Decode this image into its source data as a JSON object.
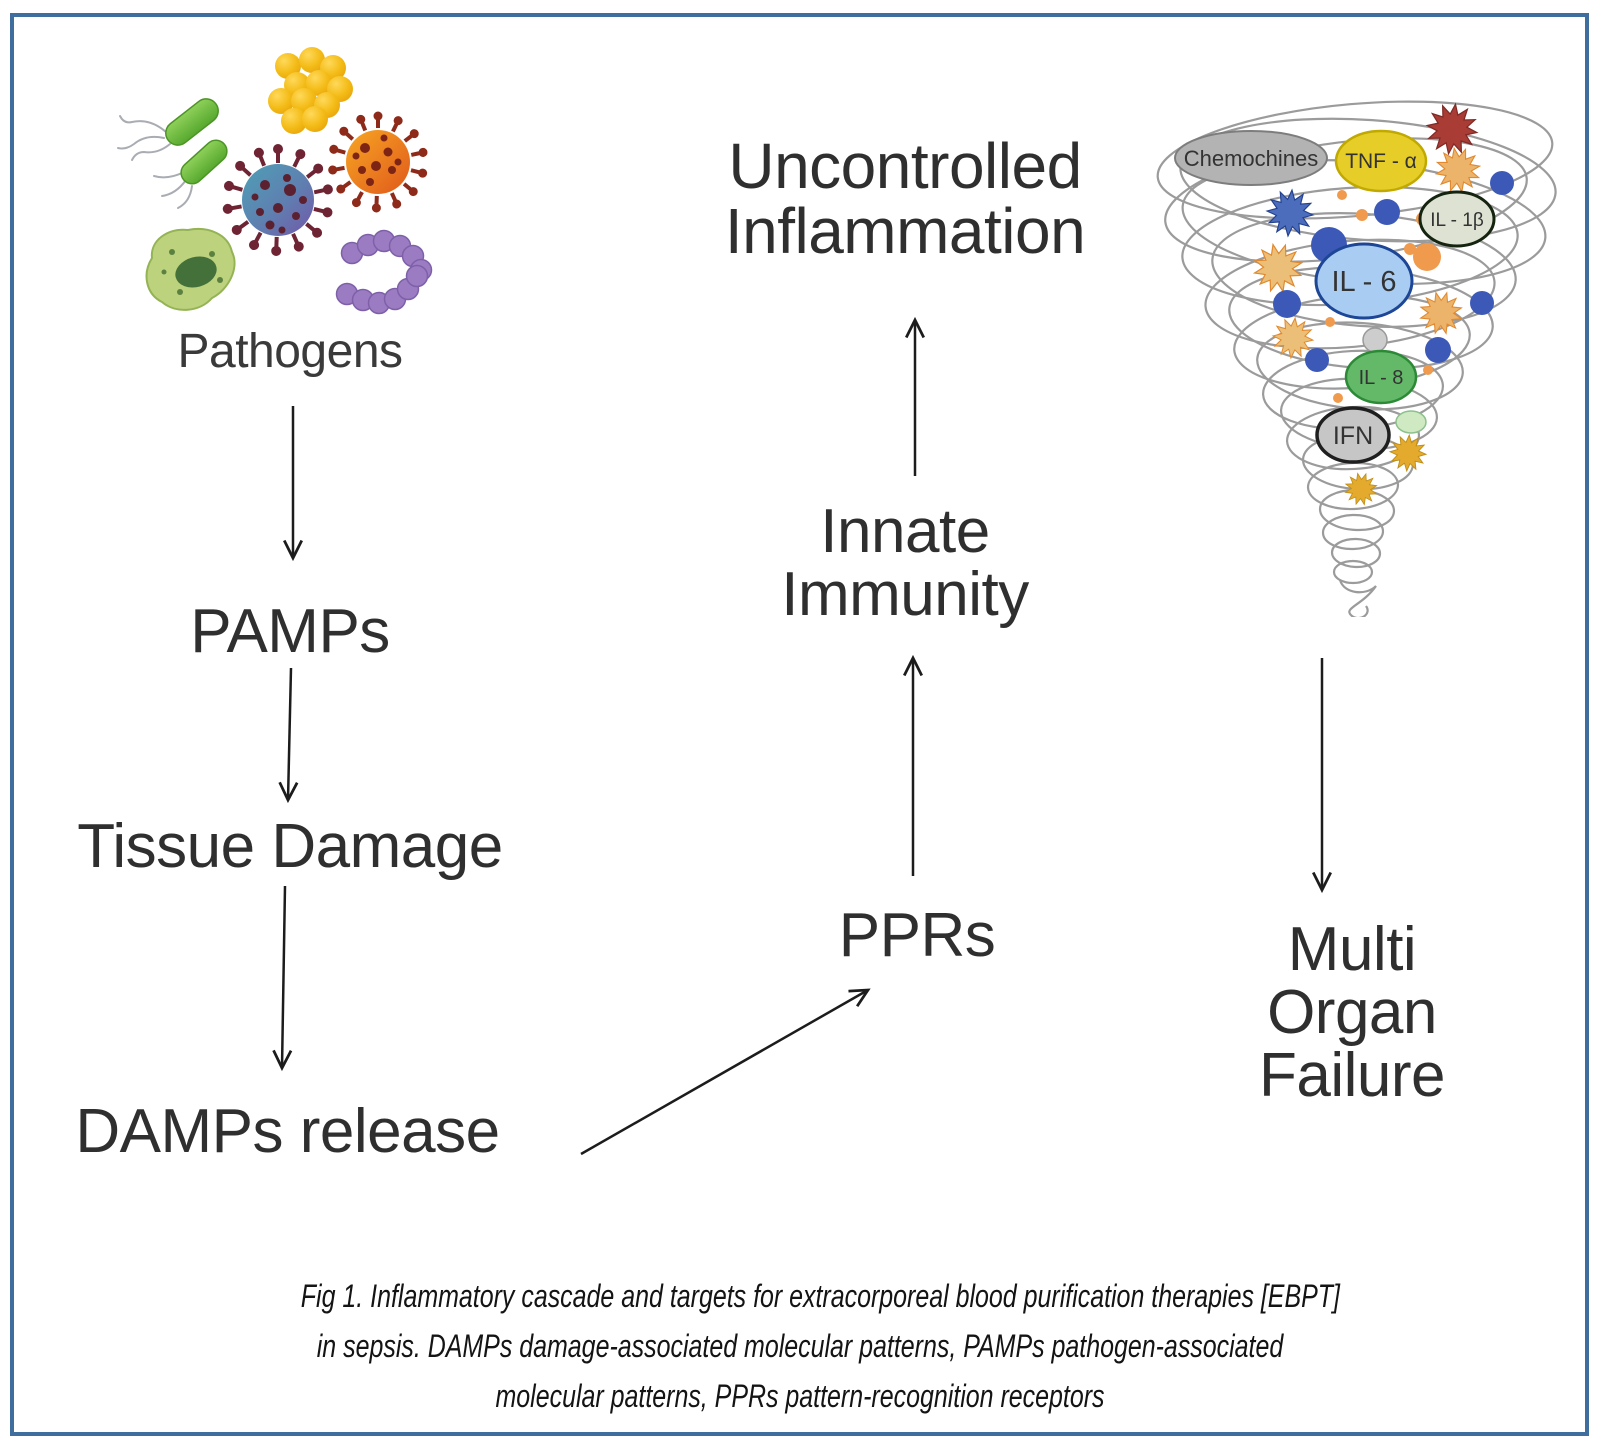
{
  "window": {
    "background": "#ffffff",
    "frame_color": "#3f6d9e"
  },
  "diagram": {
    "pathogens": {
      "label": "Pathogens"
    },
    "flow": {
      "pamps": "PAMPs",
      "tissue_damage": "Tissue Damage",
      "damps_release": "DAMPs release",
      "pprs": "PPRs",
      "innate_immunity": {
        "line1": "Innate",
        "line2": "Immunity"
      },
      "uncontrolled_inflammation": {
        "line1": "Uncontrolled",
        "line2": "Inflammation"
      },
      "multi_organ_failure": {
        "line1": "Multi",
        "line2": "Organ",
        "line3": "Failure"
      }
    },
    "cytokine_storm": {
      "chemokines_label": "Chemochines",
      "tnf_label": "TNF - α",
      "il1b_label": "IL - 1β",
      "il6_label": "IL - 6",
      "il8_label": "IL - 8",
      "ifn_label": "IFN"
    },
    "caption": {
      "line1": "Fig 1. Inflammatory cascade and targets for extracorporeal blood purification therapies [EBPT]",
      "line2": "in sepsis. DAMPs damage-associated molecular patterns, PAMPs pathogen-associated",
      "line3": "molecular patterns, PPRs pattern-recognition receptors"
    },
    "colors": {
      "label_text": "#2f2f2f",
      "arrow": "#1c1c1c",
      "spiral": "#9b9b9b",
      "chemokines_fill": "#b3b3b3",
      "tnf_fill": "#e7cd27",
      "il1b_fill": "#dde2d3",
      "il6_fill": "#a9cdf2",
      "il8_fill": "#63b968",
      "ifn_fill": "#c6c6c6",
      "cyto_blue": "#3c59b8",
      "cyto_orange": "#f09a4e",
      "burst_red": "#a93c34",
      "burst_blue": "#4c6cbc",
      "burst_orange": "#ecb36a",
      "burst_gold": "#e3aa2e"
    }
  }
}
